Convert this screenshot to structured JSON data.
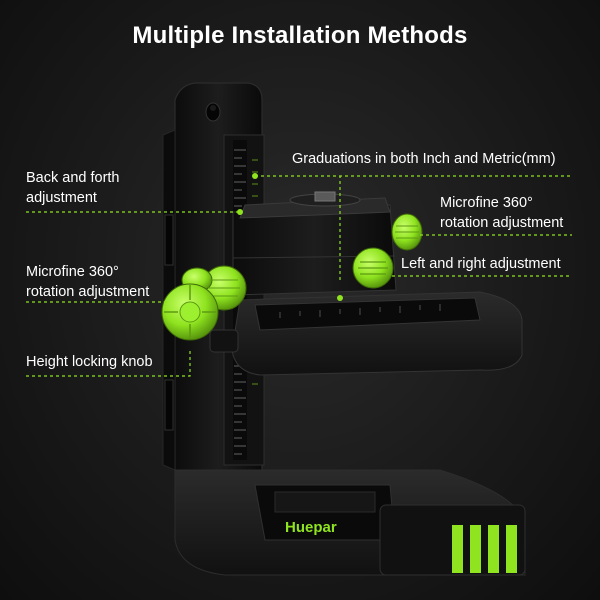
{
  "title": "Multiple Installation Methods",
  "labels": {
    "back_forth_line1": "Back and forth",
    "back_forth_line2": "adjustment",
    "microfine_left_line1": "Microfine 360°",
    "microfine_left_line2": "rotation adjustment",
    "height_locking": "Height locking knob",
    "graduations": "Graduations in both Inch and Metric(mm)",
    "microfine_right_line1": "Microfine 360°",
    "microfine_right_line2": "rotation adjustment",
    "left_right": "Left and right adjustment"
  },
  "brand": "Huepar",
  "colors": {
    "accent": "#8fe31f",
    "body": "#161616",
    "text": "#ffffff"
  }
}
